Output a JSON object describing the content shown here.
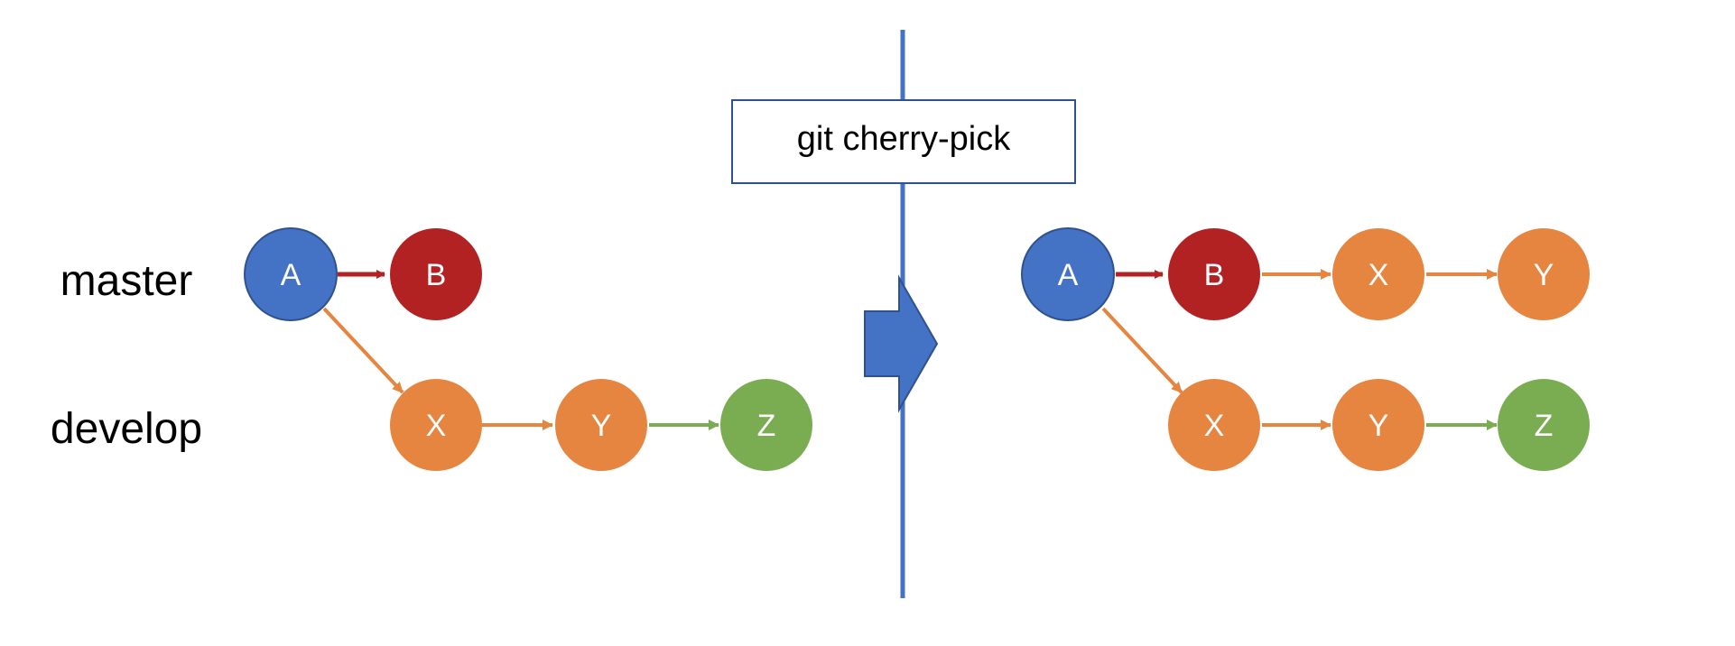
{
  "colors": {
    "A": "#4472c4",
    "B": "#b22222",
    "X": "#e6853f",
    "Y": "#e6853f",
    "Z": "#7aac52",
    "nodeStroke": "#2f528f",
    "divider": "#4472c4",
    "boxBorder": "#2f528f"
  },
  "labels": {
    "master": "master",
    "develop": "develop"
  },
  "command": "git cherry-pick",
  "before": {
    "master": [
      "A",
      "B"
    ],
    "develop": [
      "X",
      "Y",
      "Z"
    ]
  },
  "after": {
    "master": [
      "A",
      "B",
      "X",
      "Y"
    ],
    "develop": [
      "X",
      "Y",
      "Z"
    ]
  }
}
